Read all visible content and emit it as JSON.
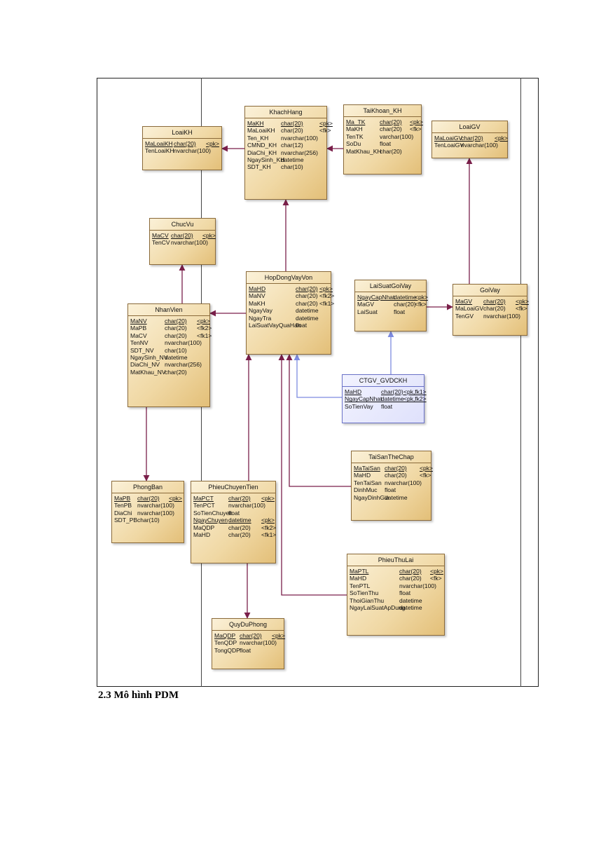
{
  "caption": "2.3  Mô hình PDM",
  "entities": {
    "khachhang": {
      "name": "KhachHang",
      "rows": [
        {
          "f": "MaKH",
          "t": "char(20)",
          "k": "<pk>",
          "u": true
        },
        {
          "f": "MaLoaiKH",
          "t": "char(20)",
          "k": "<fk>",
          "u": false
        },
        {
          "f": "Ten_KH",
          "t": "nvarchar(100)",
          "k": "",
          "u": false
        },
        {
          "f": "CMND_KH",
          "t": "char(12)",
          "k": "",
          "u": false
        },
        {
          "f": "DiaChi_KH",
          "t": "nvarchar(256)",
          "k": "",
          "u": false
        },
        {
          "f": "NgaySinh_KH",
          "t": "datetime",
          "k": "",
          "u": false
        },
        {
          "f": "SDT_KH",
          "t": "char(10)",
          "k": "",
          "u": false
        }
      ]
    },
    "taikhoan": {
      "name": "TaiKhoan_KH",
      "rows": [
        {
          "f": "Ma_TK",
          "t": "char(20)",
          "k": "<pk>",
          "u": true
        },
        {
          "f": "MaKH",
          "t": "char(20)",
          "k": "<fk>",
          "u": false
        },
        {
          "f": "TenTK",
          "t": "varchar(100)",
          "k": "",
          "u": false
        },
        {
          "f": "SoDu",
          "t": "float",
          "k": "",
          "u": false
        },
        {
          "f": "MatKhau_KH",
          "t": "char(20)",
          "k": "",
          "u": false
        }
      ]
    },
    "loaikh": {
      "name": "LoaiKH",
      "rows": [
        {
          "f": "MaLoaiKH",
          "t": "char(20)",
          "k": "<pk>",
          "u": true
        },
        {
          "f": "TenLoaiKH",
          "t": "nvarchar(100)",
          "k": "",
          "u": false
        }
      ]
    },
    "loaigv": {
      "name": "LoaiGV",
      "rows": [
        {
          "f": "MaLoaiGV",
          "t": "char(20)",
          "k": "<pk>",
          "u": true
        },
        {
          "f": "TenLoaiGV",
          "t": "nvarchar(100)",
          "k": "",
          "u": false
        }
      ]
    },
    "chucvu": {
      "name": "ChucVu",
      "rows": [
        {
          "f": "MaCV",
          "t": "char(20)",
          "k": "<pk>",
          "u": true
        },
        {
          "f": "TenCV",
          "t": "nvarchar(100)",
          "k": "",
          "u": false
        }
      ]
    },
    "hopdong": {
      "name": "HopDongVayVon",
      "rows": [
        {
          "f": "MaHD",
          "t": "char(20)",
          "k": "<pk>",
          "u": true
        },
        {
          "f": "MaNV",
          "t": "char(20)",
          "k": "<fk2>",
          "u": false
        },
        {
          "f": "MaKH",
          "t": "char(20)",
          "k": "<fk1>",
          "u": false
        },
        {
          "f": "NgayVay",
          "t": "datetime",
          "k": "",
          "u": false
        },
        {
          "f": "NgayTra",
          "t": "datetime",
          "k": "",
          "u": false
        },
        {
          "f": "LaiSuatVayQuaHan",
          "t": "float",
          "k": "",
          "u": false
        }
      ]
    },
    "laisuat": {
      "name": "LaiSuatGoiVay",
      "rows": [
        {
          "f": "NgayCapNhat",
          "t": "datetime",
          "k": "<pk>",
          "u": true
        },
        {
          "f": "MaGV",
          "t": "char(20)",
          "k": "<fk>",
          "u": false
        },
        {
          "f": "LaiSuat",
          "t": "float",
          "k": "",
          "u": false
        }
      ]
    },
    "goivay": {
      "name": "GoiVay",
      "rows": [
        {
          "f": "MaGV",
          "t": "char(20)",
          "k": "<pk>",
          "u": true
        },
        {
          "f": "MaLoaiGV",
          "t": "char(20)",
          "k": "<fk>",
          "u": false
        },
        {
          "f": "TenGV",
          "t": "nvarchar(100)",
          "k": "",
          "u": false
        }
      ]
    },
    "nhanvien": {
      "name": "NhanVien",
      "rows": [
        {
          "f": "MaNV",
          "t": "char(20)",
          "k": "<pk>",
          "u": true
        },
        {
          "f": "MaPB",
          "t": "char(20)",
          "k": "<fk2>",
          "u": false
        },
        {
          "f": "MaCV",
          "t": "char(20)",
          "k": "<fk1>",
          "u": false
        },
        {
          "f": "TenNV",
          "t": "nvarchar(100)",
          "k": "",
          "u": false
        },
        {
          "f": "SDT_NV",
          "t": "char(10)",
          "k": "",
          "u": false
        },
        {
          "f": "NgaySinh_NV",
          "t": "datetime",
          "k": "",
          "u": false
        },
        {
          "f": "DiaChi_NV",
          "t": "nvarchar(256)",
          "k": "",
          "u": false
        },
        {
          "f": "MatKhau_NV",
          "t": "char(20)",
          "k": "",
          "u": false
        }
      ]
    },
    "ctgv": {
      "name": "CTGV_GVDCKH",
      "rows": [
        {
          "f": "MaHD",
          "t": "char(20)",
          "k": "<pk,fk1>",
          "u": true
        },
        {
          "f": "NgayCapNhat",
          "t": "datetime",
          "k": "<pk,fk2>",
          "u": true
        },
        {
          "f": "SoTienVay",
          "t": "float",
          "k": "",
          "u": false
        }
      ]
    },
    "taisan": {
      "name": "TaiSanTheChap",
      "rows": [
        {
          "f": "MaTaiSan",
          "t": "char(20)",
          "k": "<pk>",
          "u": true
        },
        {
          "f": "MaHD",
          "t": "char(20)",
          "k": "<fk>",
          "u": false
        },
        {
          "f": "TenTaiSan",
          "t": "nvarchar(100)",
          "k": "",
          "u": false
        },
        {
          "f": "DinhMuc",
          "t": "float",
          "k": "",
          "u": false
        },
        {
          "f": "NgayDinhGia",
          "t": "datetime",
          "k": "",
          "u": false
        }
      ]
    },
    "phongban": {
      "name": "PhongBan",
      "rows": [
        {
          "f": "MaPB",
          "t": "char(20)",
          "k": "<pk>",
          "u": true
        },
        {
          "f": "TenPB",
          "t": "nvarchar(100)",
          "k": "",
          "u": false
        },
        {
          "f": "DiaChi",
          "t": "nvarchar(100)",
          "k": "",
          "u": false
        },
        {
          "f": "SDT_PB",
          "t": "char(10)",
          "k": "",
          "u": false
        }
      ]
    },
    "phieuchuyen": {
      "name": "PhieuChuyenTien",
      "rows": [
        {
          "f": "MaPCT",
          "t": "char(20)",
          "k": "<pk>",
          "u": true
        },
        {
          "f": "TenPCT",
          "t": "nvarchar(100)",
          "k": "",
          "u": false
        },
        {
          "f": "SoTienChuyen",
          "t": "float",
          "k": "",
          "u": false
        },
        {
          "f": "NgayChuyen",
          "t": "datetime",
          "k": "<pk>",
          "u": true
        },
        {
          "f": "MaQDP",
          "t": "char(20)",
          "k": "<fk2>",
          "u": false
        },
        {
          "f": "MaHD",
          "t": "char(20)",
          "k": "<fk1>",
          "u": false
        }
      ]
    },
    "phieuthu": {
      "name": "PhieuThuLai",
      "rows": [
        {
          "f": "MaPTL",
          "t": "char(20)",
          "k": "<pk>",
          "u": true
        },
        {
          "f": "MaHD",
          "t": "char(20)",
          "k": "<fk>",
          "u": false
        },
        {
          "f": "TenPTL",
          "t": "nvarchar(100)",
          "k": "",
          "u": false
        },
        {
          "f": "SoTienThu",
          "t": "float",
          "k": "",
          "u": false
        },
        {
          "f": "ThoiGianThu",
          "t": "datetime",
          "k": "",
          "u": false
        },
        {
          "f": "NgayLaiSuatApDung",
          "t": "datetime",
          "k": "",
          "u": false
        }
      ]
    },
    "quydp": {
      "name": "QuyDuPhong",
      "rows": [
        {
          "f": "MaQDP",
          "t": "char(20)",
          "k": "<pk>",
          "u": true
        },
        {
          "f": "TenQDP",
          "t": "nvarchar(100)",
          "k": "",
          "u": false
        },
        {
          "f": "TongQDP",
          "t": "float",
          "k": "",
          "u": false
        }
      ]
    }
  }
}
